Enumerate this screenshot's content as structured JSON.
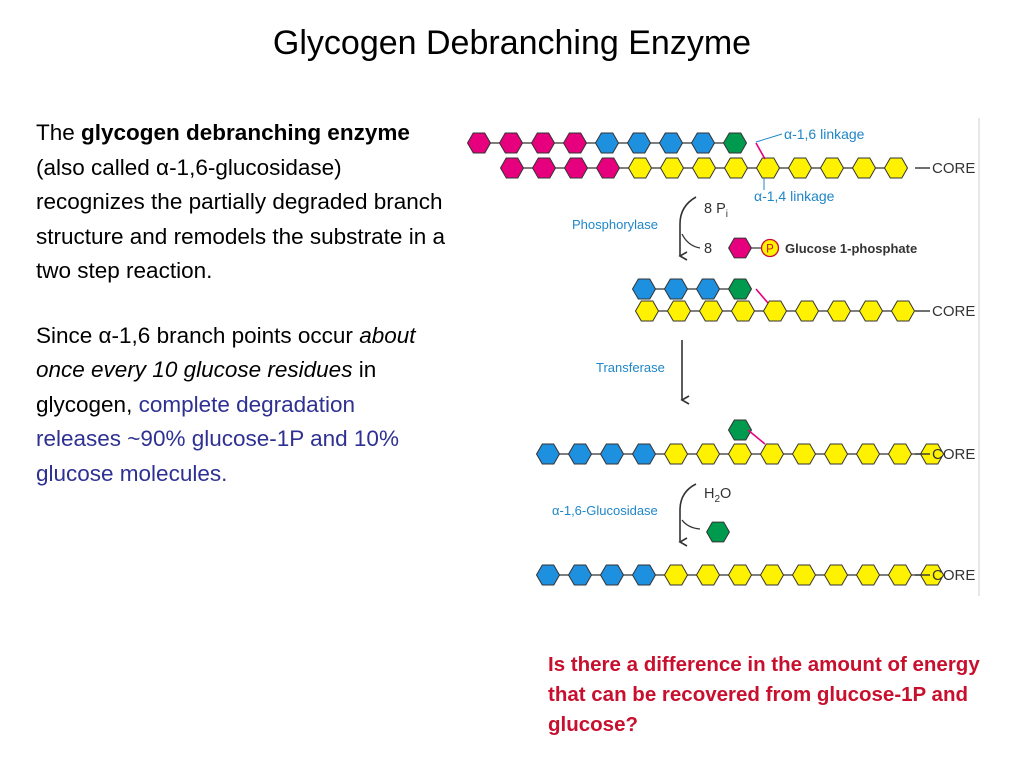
{
  "title": "Glycogen Debranching Enzyme",
  "body": {
    "p1": {
      "pre": "The ",
      "bold": "glycogen debranching enzyme",
      "post": " (also called α-1,6-glucosidase) recognizes the partially degraded branch structure and remodels the substrate in a two step reaction."
    },
    "p2": {
      "pre": "Since α-1,6 branch points occur ",
      "italic": "about once every 10 glucose residues",
      "mid": " in glycogen, ",
      "blue": "complete degradation releases ~90% glucose-1P and 10% glucose molecules."
    }
  },
  "question": "Is there a difference in the amount of energy that can be recovered from glucose-1P and glucose?",
  "diagram": {
    "core_label": "CORE",
    "a16_label": "α-1,6 linkage",
    "a14_label": "α-1,4 linkage",
    "step1": {
      "enzyme": "Phosphorylase",
      "input_count": "8",
      "input_species": "P",
      "input_subscript": "i",
      "output_count": "8",
      "phosphate_glyph": "P",
      "product": "Glucose 1-phosphate"
    },
    "step2": {
      "enzyme": "Transferase"
    },
    "step3": {
      "enzyme": "α-1,6-Glucosidase",
      "input": "H",
      "input_subscript": "2",
      "input_tail": "O"
    },
    "colors": {
      "magenta": "#e6007e",
      "blue": "#1e90e0",
      "green": "#009a4e",
      "yellow": "#fff200",
      "label_blue": "#1f86c8",
      "question_red": "#c8102e",
      "text_blue": "#2e3192"
    }
  }
}
